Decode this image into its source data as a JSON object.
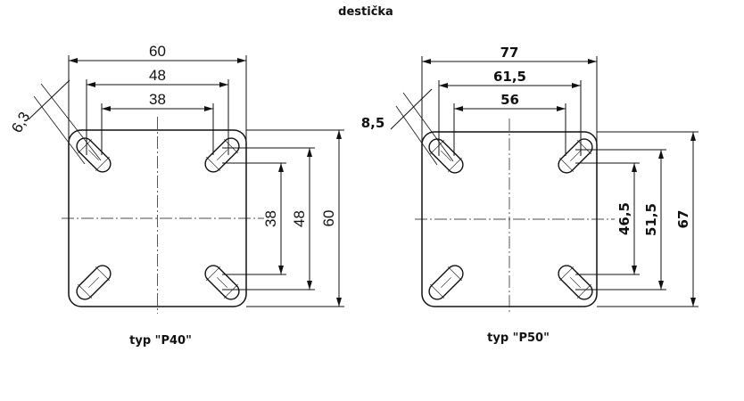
{
  "title": "destička",
  "drawings": [
    {
      "caption": "typ \"P40\"",
      "width": "60",
      "hole_spacing_outer": "48",
      "hole_spacing_inner": "38",
      "slot_width": "6,3",
      "height": "60",
      "v_outer": "48",
      "v_inner": "38"
    },
    {
      "caption": "typ \"P50\"",
      "width": "77",
      "hole_spacing_outer": "61,5",
      "hole_spacing_inner": "56",
      "slot_width": "8,5",
      "height": "67",
      "v_outer": "51,5",
      "v_inner": "46,5"
    }
  ]
}
